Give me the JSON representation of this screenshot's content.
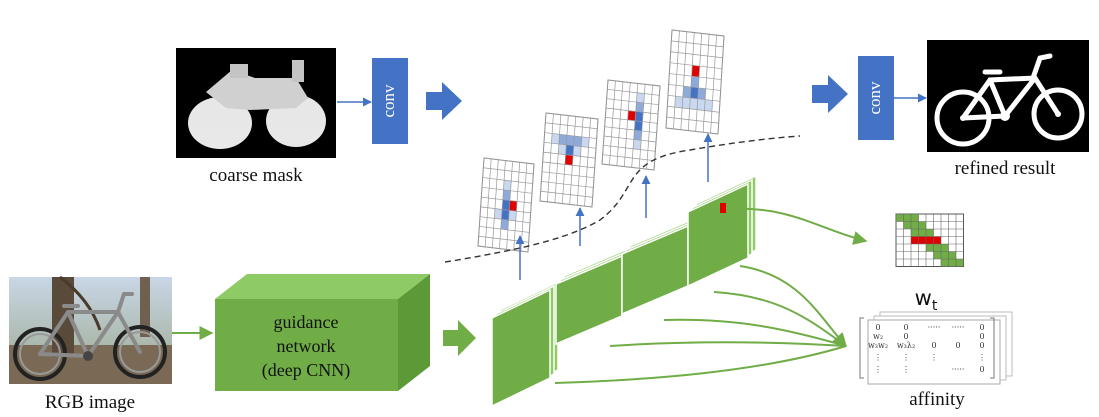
{
  "labels": {
    "coarse_mask": "coarse mask",
    "refined_result": "refined result",
    "rgb_image": "RGB image",
    "conv_left": "conv",
    "conv_right": "conv",
    "guidance_line1": "guidance",
    "guidance_line2": "network",
    "guidance_line3": "(deep CNN)",
    "w_base": "w",
    "w_sub": "t",
    "affinity": "affinity"
  },
  "matrix_text": {
    "row1": [
      "0",
      "0",
      "·····",
      "·····",
      "0"
    ],
    "row2": [
      "w₂",
      "0",
      "",
      "",
      "0"
    ],
    "row3": [
      "w₃w₂",
      "w₃λ₂",
      "0",
      "0",
      "0"
    ],
    "dots": "⋮"
  },
  "colors": {
    "conv_blue": "#4472c4",
    "arrow_blue": "#4472c4",
    "green_face": "#70ad47",
    "green_light": "#8fcb65",
    "green_line": "#70ad47",
    "grid_highlight": "#c9d8f0",
    "grid_mid": "#8eaadb",
    "grid_dark": "#4472c4",
    "grid_red": "#e00000"
  }
}
